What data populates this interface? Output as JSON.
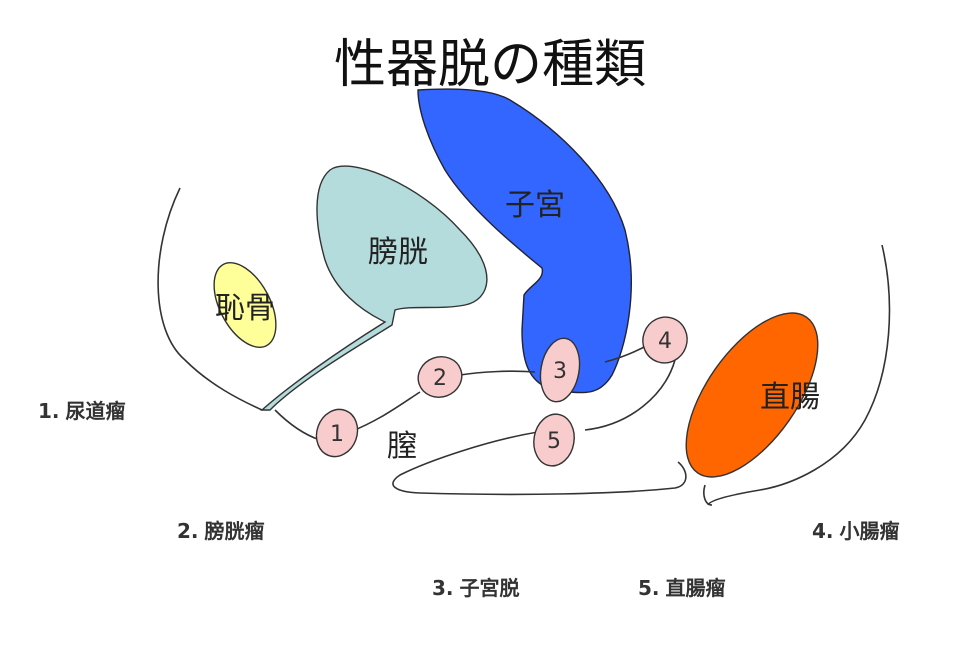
{
  "title": "性器脱の種類",
  "colors": {
    "uterus": "#3366ff",
    "bladder": "#b4dcdc",
    "pubic_bone": "#ffff99",
    "rectum": "#ff6600",
    "marker": "#f8cccc",
    "outline": "#333333"
  },
  "organs": {
    "bladder": "膀胱",
    "uterus": "子宮",
    "pubic_bone": "恥骨",
    "rectum": "直腸",
    "vagina": "膣"
  },
  "markers": [
    "1",
    "2",
    "3",
    "4",
    "5"
  ],
  "legend": [
    {
      "number": "1.",
      "label": "尿道瘤"
    },
    {
      "number": "2.",
      "label": "膀胱瘤"
    },
    {
      "number": "3.",
      "label": "子宮脱"
    },
    {
      "number": "4.",
      "label": "小腸瘤"
    },
    {
      "number": "5.",
      "label": "直腸瘤"
    }
  ]
}
